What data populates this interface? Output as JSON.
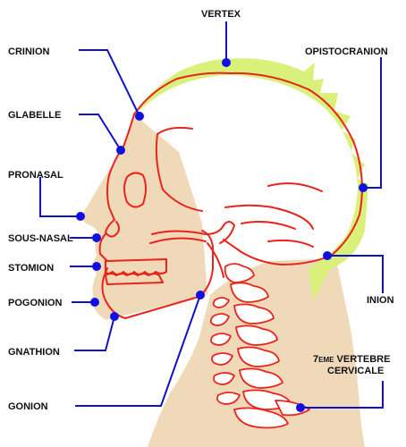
{
  "colors": {
    "skin": "#f0d9b8",
    "hair": "#d9f07a",
    "bone": "#e8241c",
    "leader": "#1010c8",
    "dot": "#1010e0",
    "text": "#111111"
  },
  "labels": {
    "vertex": "VERTEX",
    "crinion": "CRINION",
    "opistocranion": "OPISTOCRANION",
    "glabelle": "GLABELLE",
    "pronasal": "PRONASAL",
    "sous_nasal": "SOUS-NASAL",
    "stomion": "STOMION",
    "inion": "INION",
    "pogonion": "POGONION",
    "gnathion": "GNATHION",
    "vertebra_num": "7",
    "vertebra_sup": "EME",
    "vertebra_line1_rest": " VERTEBRE",
    "vertebra_line2": "CERVICALE",
    "gonion": "GONION"
  }
}
